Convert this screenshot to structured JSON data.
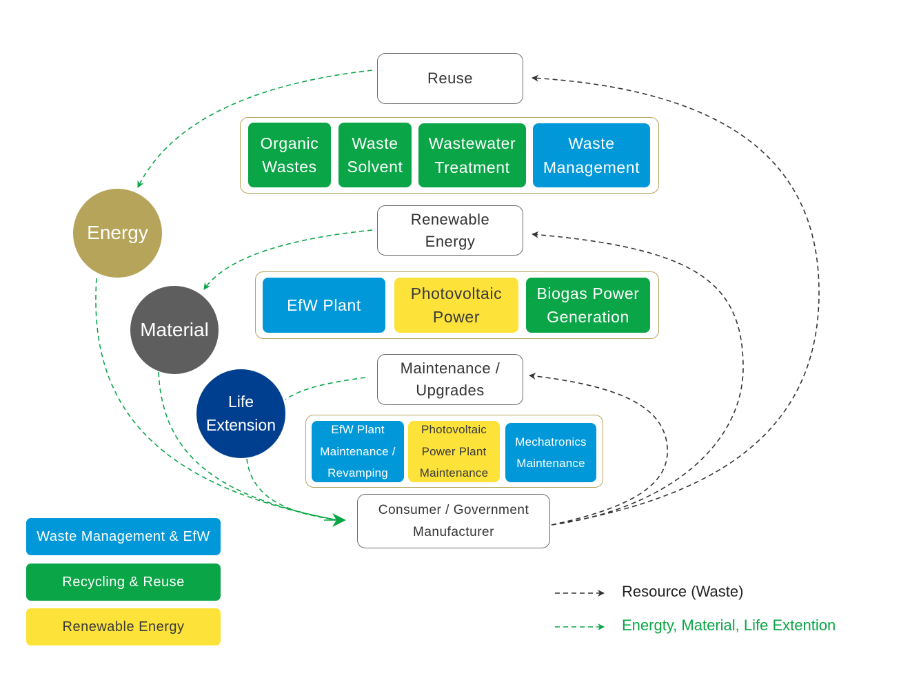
{
  "stages": {
    "reuse": "Reuse",
    "renewable_energy": [
      "Renewable",
      "Energy"
    ],
    "maintenance": [
      "Maintenance /",
      "Upgrades"
    ],
    "consumer": [
      "Consumer / Government",
      "Manufacturer"
    ]
  },
  "reuse_group": [
    {
      "lines": [
        "Organic",
        "Wastes"
      ],
      "category": "green"
    },
    {
      "lines": [
        "Waste",
        "Solvent"
      ],
      "category": "green"
    },
    {
      "lines": [
        "Wastewater",
        "Treatment"
      ],
      "category": "green"
    },
    {
      "lines": [
        "Waste",
        "Management"
      ],
      "category": "blue"
    }
  ],
  "energy_group": [
    {
      "lines": [
        "EfW Plant"
      ],
      "category": "blue"
    },
    {
      "lines": [
        "Photovoltaic",
        "Power"
      ],
      "category": "yellow"
    },
    {
      "lines": [
        "Biogas Power",
        "Generation"
      ],
      "category": "green"
    }
  ],
  "maintenance_group": [
    {
      "lines": [
        "EfW Plant",
        "Maintenance /",
        "Revamping"
      ],
      "category": "blue"
    },
    {
      "lines": [
        "Photovoltaic",
        "Power Plant",
        "Maintenance"
      ],
      "category": "yellow"
    },
    {
      "lines": [
        "Mechatronics",
        "Maintenance"
      ],
      "category": "blue"
    }
  ],
  "circles": {
    "energy": [
      "Energy"
    ],
    "material": [
      "Material"
    ],
    "life_extension": [
      "Life",
      "Extension"
    ]
  },
  "legend": {
    "categories": [
      {
        "label": "Waste Management & EfW",
        "color": "#0098d9"
      },
      {
        "label": "Recycling & Reuse",
        "color": "#0aa546"
      },
      {
        "label": "Renewable Energy",
        "color": "#fde23a"
      }
    ],
    "flows": [
      {
        "label": "Resource (Waste)",
        "color": "#333333"
      },
      {
        "label": "Energty, Material,  Life Extention",
        "color": "#0aa546"
      }
    ]
  },
  "colors": {
    "green": "#0aa546",
    "blue": "#0098d9",
    "yellow": "#fde23a",
    "energy_circle": "#b5a45a",
    "material_circle": "#5e5e5e",
    "life_extension_circle": "#003f8f",
    "group_border": "#b5a45a",
    "waste_arrow": "#333333",
    "benefit_arrow": "#0aa546"
  }
}
